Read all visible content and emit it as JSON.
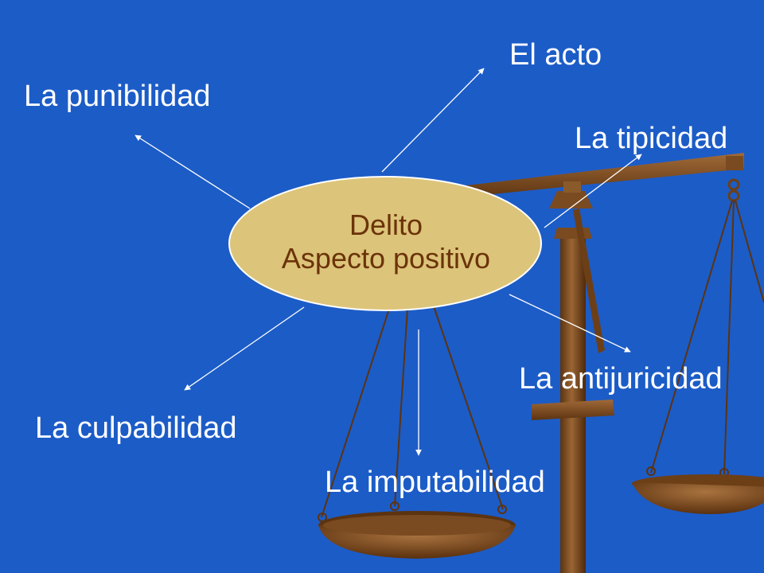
{
  "colors": {
    "background": "#1c5cc7",
    "ellipse_fill": "#dcc47a",
    "center_text": "#6b3309",
    "label_text": "#ffffff",
    "scale_wood": "#8b5a2b",
    "scale_dark": "#5c3310"
  },
  "center": {
    "title": "Delito",
    "subtitle": "Aspecto positivo"
  },
  "labels": {
    "acto": "El acto",
    "punibilidad": "La punibilidad",
    "tipicidad": "La tipicidad",
    "antijuricidad": "La antijuricidad",
    "culpabilidad": "La culpabilidad",
    "imputabilidad": "La imputabilidad"
  }
}
